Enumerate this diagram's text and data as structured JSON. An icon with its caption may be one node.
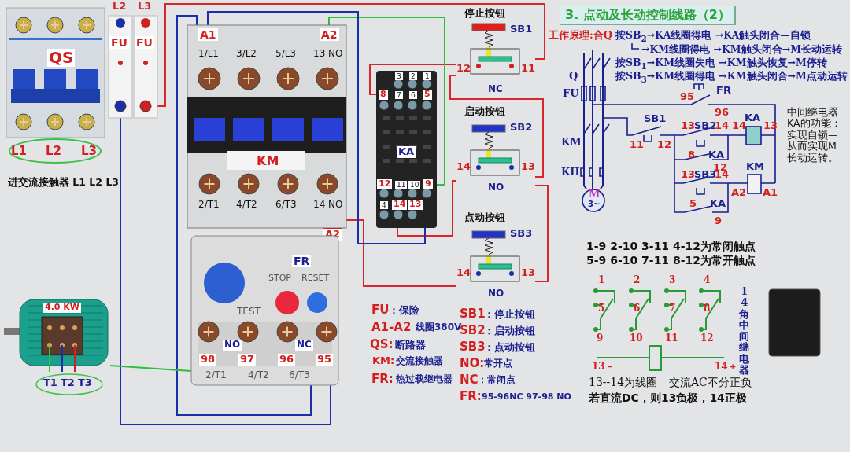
{
  "diagram": {
    "title": "3. 点动及长动控制线路（2）",
    "nodes": [
      {
        "text": [
          "QS"
        ],
        "beside": [
          "L1",
          "L2",
          "L3"
        ]
      },
      {
        "text": [
          "FU"
        ],
        "beside": [
          "L2"
        ]
      },
      {
        "text": [
          "FU"
        ],
        "beside": [
          "L3"
        ]
      },
      {
        "text": [
          "A1",
          "A2",
          "1/L1",
          "3/L2",
          "5/L3",
          "13 NO",
          "KM",
          "2/T1",
          "4/T2",
          "6/T3",
          "14 NO"
        ],
        "beside": [
          "A2"
        ]
      },
      {
        "text": [
          "FR",
          "STOP",
          "RESET",
          "TEST",
          "NO",
          "NC",
          "98",
          "97",
          "96",
          "95",
          "2/T1",
          "4/T2",
          "6/T3"
        ]
      },
      {
        "text": [
          "4.0 KW"
        ],
        "beside": [
          "T1",
          "T2",
          "T3"
        ]
      },
      {
        "text": [
          "3",
          "2",
          "1",
          "8",
          "7",
          "6",
          "5",
          "KA",
          "12",
          "11",
          "10",
          "9",
          "4",
          "14",
          "13"
        ]
      },
      {
        "text": [
          "停止按钮",
          "SB1",
          "12",
          "11",
          "NC"
        ]
      },
      {
        "text": [
          "启动按钮",
          "SB2",
          "14",
          "13",
          "NO"
        ]
      },
      {
        "text": [
          "点动按钮",
          "SB3",
          "14",
          "13",
          "NO"
        ]
      },
      {
        "text": [
          "M",
          "3~"
        ]
      }
    ],
    "edges": [
      {
        "from": 1,
        "to": 4,
        "arrow": "none",
        "color": "#1b2fa8"
      },
      {
        "from": 2,
        "to": 7,
        "arrow": "none"
      },
      {
        "from": 7,
        "to": 6,
        "arrow": "none"
      },
      {
        "from": 7,
        "to": 8,
        "arrow": "none"
      },
      {
        "from": 8,
        "to": 6,
        "arrow": "none"
      },
      {
        "from": 8,
        "to": 9,
        "arrow": "none"
      },
      {
        "from": 9,
        "to": 3,
        "arrow": "none"
      },
      {
        "from": 3,
        "to": 6,
        "arrow": "none",
        "color": "#2fbf3a"
      },
      {
        "from": 6,
        "to": 3,
        "arrow": "none",
        "color": "#1b2fa8"
      },
      {
        "from": 4,
        "to": 3,
        "arrow": "none",
        "color": "#1b2fa8"
      },
      {
        "from": 5,
        "to": 4,
        "arrow": "none",
        "color": "#2fbf3a"
      },
      {
        "from": null,
        "to": 10,
        "arrow": "none",
        "color": "#1b1f8f"
      },
      {
        "from": null,
        "to": 10,
        "arrow": "none",
        "color": "#1b1f8f"
      },
      {
        "from": null,
        "to": 10,
        "arrow": "none",
        "color": "#1b1f8f"
      }
    ],
    "labels": [
      "进交流接触器 L1 L2 L3",
      "工作原理:合Q",
      "按SB$_{2}$→KA线圈得电 →KA触头闭合—自锁",
      "→KM线圈得电 →KM触头闭合→M长动运转",
      "按SB$_{1}$→KM线圈失电 →KM触头恢复→M停转",
      "Q",
      "按SB$_{3}$→KM线圈得电 →KM触头闭合→M点动运转",
      "FU",
      "95",
      "FR",
      "96",
      "SB1",
      "KA",
      "13",
      "SB2",
      "14",
      "14",
      "13",
      "KM",
      "11",
      "12",
      "8",
      "KA",
      "12",
      "KH",
      "KM",
      "13",
      "SB3",
      "14",
      "A2",
      "A1",
      "5",
      "KA",
      "9",
      "中间继电器KA的功能：实现自锁—从而实现M长动运转。",
      "1-9 2-10 3-11 4-12为常闭触点",
      "5-9 6-10 7-11 8-12为常开触点",
      "1",
      "2",
      "3",
      "4",
      "5",
      "6",
      "7",
      "8",
      "9",
      "10",
      "11",
      "12",
      "14角中间继电器",
      "13－",
      "14＋",
      "13--14为线圈",
      "交流AC不分正负",
      "若直流DC，则13负极，14正极",
      "FU",
      "：保险",
      "A1-A2",
      "线圈380V",
      "QS:",
      "断路器",
      "KM:",
      "交流接触器",
      "FR:",
      "热过载继电器",
      "SB1",
      "：停止按钮",
      "SB2",
      "：启动按钮",
      "SB3",
      "：点动按钮",
      "NO:",
      "常开点",
      "NC",
      "：常闭点",
      "FR:",
      "95-96NC 97-98 NO"
    ]
  }
}
